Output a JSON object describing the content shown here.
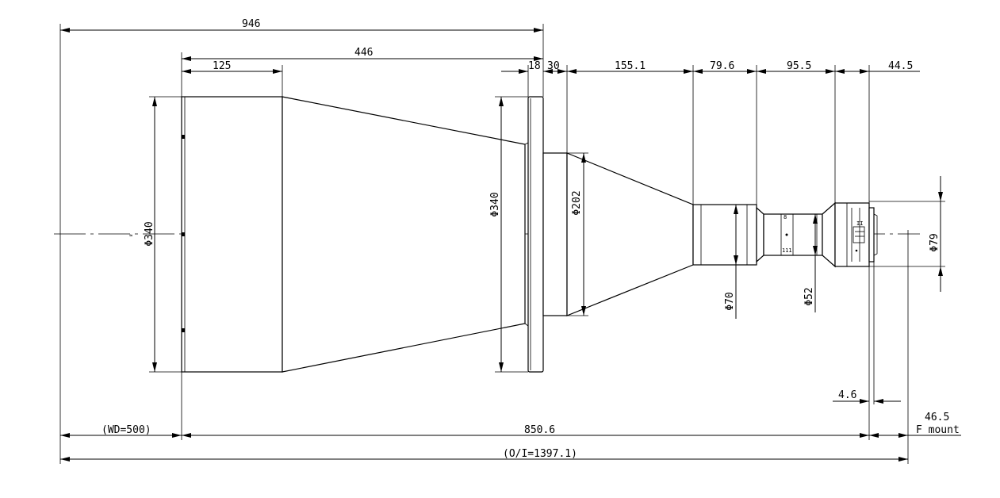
{
  "dimensions": {
    "overall_length": "946",
    "front_tube_length": "446",
    "front_hood": "125",
    "flange": "18",
    "collar": "30",
    "cone": "155.1",
    "barrel_1": "79.6",
    "barrel_2": "95.5",
    "mount_segment": "44.5",
    "front_diameter": "Φ340",
    "flange_diameter": "Φ340",
    "cone_diameter": "Φ202",
    "barrel_diameter_1": "Φ70",
    "barrel_diameter_2": "Φ52",
    "mount_diameter": "Φ79",
    "mount_offset": "4.6",
    "working_distance": "(WD=500)",
    "lens_length": "850.6",
    "flange_focal": "46.5",
    "mount_type": "F mount",
    "object_to_image": "(O/I=1397.1)"
  },
  "barrel_markings": {
    "mark_a": "111",
    "mark_b": "8",
    "mark_c": "II"
  }
}
